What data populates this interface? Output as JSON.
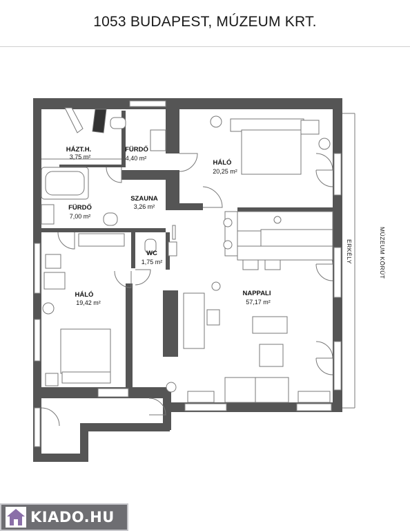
{
  "header": {
    "title": "1053 BUDAPEST, MÚZEUM KRT."
  },
  "rooms": [
    {
      "name": "HÁZT.H.",
      "area": "3,75 m²"
    },
    {
      "name": "FÜRDŐ",
      "area": "4,40 m²"
    },
    {
      "name": "HÁLÓ",
      "area": "20,25 m²"
    },
    {
      "name": "FÜRDŐ",
      "area": "7,00 m²"
    },
    {
      "name": "SZAUNA",
      "area": "3,26 m²"
    },
    {
      "name": "WC",
      "area": "1,75 m²"
    },
    {
      "name": "HÁLÓ",
      "area": "19,42 m²"
    },
    {
      "name": "NAPPALI",
      "area": "57,17 m²"
    }
  ],
  "side_labels": {
    "balcony": "ERKÉLY",
    "street": "MÚZEUM KÖRÚT"
  },
  "logo": {
    "text": "KIADO.HU",
    "icon": "house-logo-icon"
  },
  "colors": {
    "wall": "#555555",
    "logo_bg": "#6e6e72",
    "header_rule": "#cfcfcf"
  }
}
